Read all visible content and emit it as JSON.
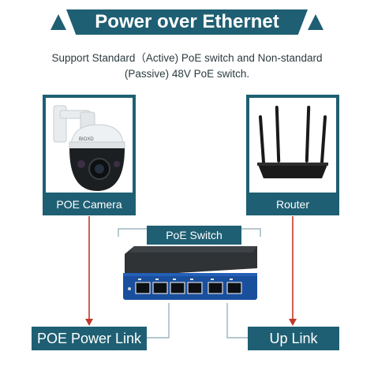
{
  "title": "Power over Ethernet",
  "subtitle_line1": "Support Standard（Active) PoE switch and Non-standard",
  "subtitle_line2": "(Passive) 48V PoE switch.",
  "camera_card_label": "POE Camera",
  "router_card_label": "Router",
  "switch_label": "PoE Switch",
  "poe_link_label": "POE Power Link",
  "uplink_label": "Up Link",
  "camera_brand": "BIOXD",
  "colors": {
    "teal": "#1f5f73",
    "arrow": "#c0392b",
    "wire": "#8aa7b3"
  }
}
